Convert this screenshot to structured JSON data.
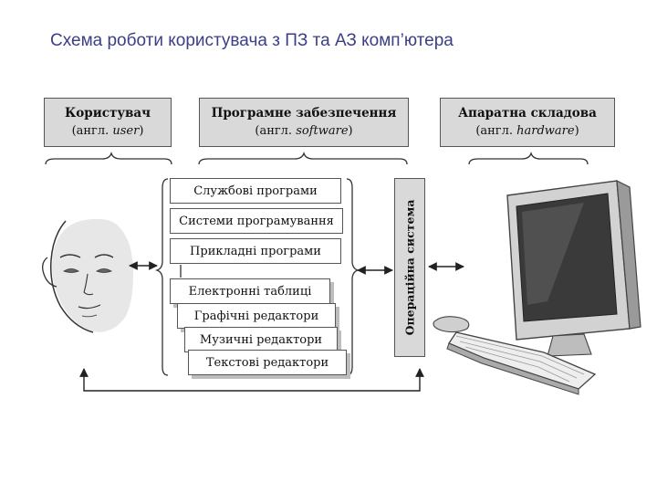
{
  "title": "Схема роботи користувача з ПЗ та АЗ комп’ютера",
  "columns": {
    "user": {
      "label": "Користувач",
      "sub_prefix": "(англ. ",
      "sub_term": "user",
      "sub_suffix": ")"
    },
    "software": {
      "label": "Програмне забезпечення",
      "sub_prefix": "(англ. ",
      "sub_term": "software",
      "sub_suffix": ")"
    },
    "hardware": {
      "label": "Апаратна складова",
      "sub_prefix": "(англ. ",
      "sub_term": "hardware",
      "sub_suffix": ")"
    }
  },
  "software_categories": [
    "Службові програми",
    "Системи програмування",
    "Прикладні програми"
  ],
  "applied_programs": [
    "Електронні таблиці",
    "Графічні редактори",
    "Музичні редактори",
    "Текстові редактори"
  ],
  "os_label": "Операційна система",
  "icons": [
    "user-face-illustration",
    "computer-illustration",
    "double-arrow-icon"
  ]
}
